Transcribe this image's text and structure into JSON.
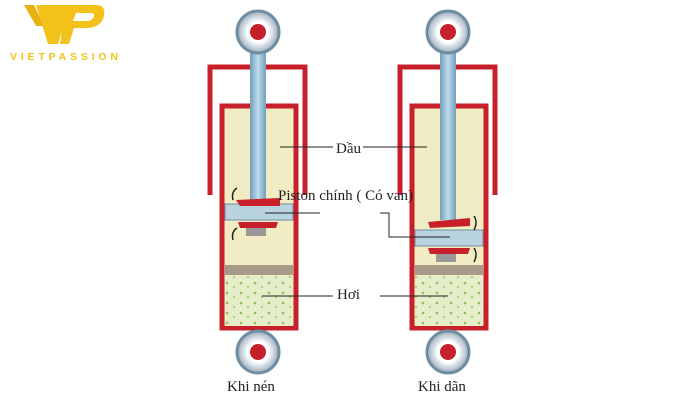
{
  "logo": {
    "text": "VIETPASSION",
    "mark": "VP"
  },
  "labels": {
    "oil": "Dầu",
    "piston": "Piston chính ( Có van)",
    "gas": "Hơi",
    "compress": "Khi nén",
    "extend": "Khi dãn"
  },
  "colors": {
    "red": "#c8202a",
    "oil": "#f2ecc4",
    "rod": "#8fb8d0",
    "gas": "#e6edc9",
    "logo": "#f2c21a"
  }
}
